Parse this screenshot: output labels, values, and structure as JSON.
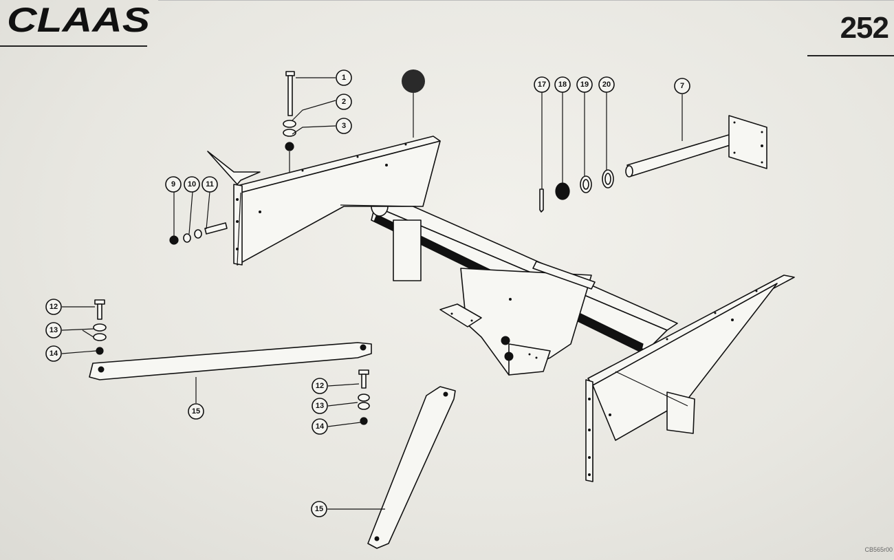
{
  "header": {
    "brand": "CLAAS",
    "page_number": "252"
  },
  "callouts": [
    "1",
    "2",
    "3",
    "7",
    "9",
    "10",
    "11",
    "12",
    "13",
    "14",
    "15",
    "17",
    "18",
    "19",
    "20"
  ],
  "figure_code": "CB565r00",
  "colors": {
    "ink": "#111111",
    "paper": "#efeee9"
  }
}
